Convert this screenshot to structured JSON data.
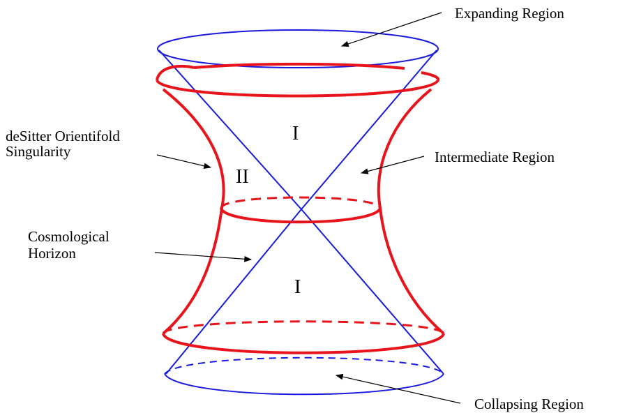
{
  "labels": {
    "expanding": "Expanding Region",
    "intermediate": "Intermediate Region",
    "singularity_line1": "deSitter Orientifold",
    "singularity_line2": "Singularity",
    "horizon_line1": "Cosmological",
    "horizon_line2": "Horizon",
    "collapsing": "Collapsing Region"
  },
  "regions": {
    "upper": "I",
    "side": "II",
    "lower": "I"
  },
  "colors": {
    "orientifold": "#e8141c",
    "lightcone": "#1a1adf",
    "text": "#000000"
  }
}
